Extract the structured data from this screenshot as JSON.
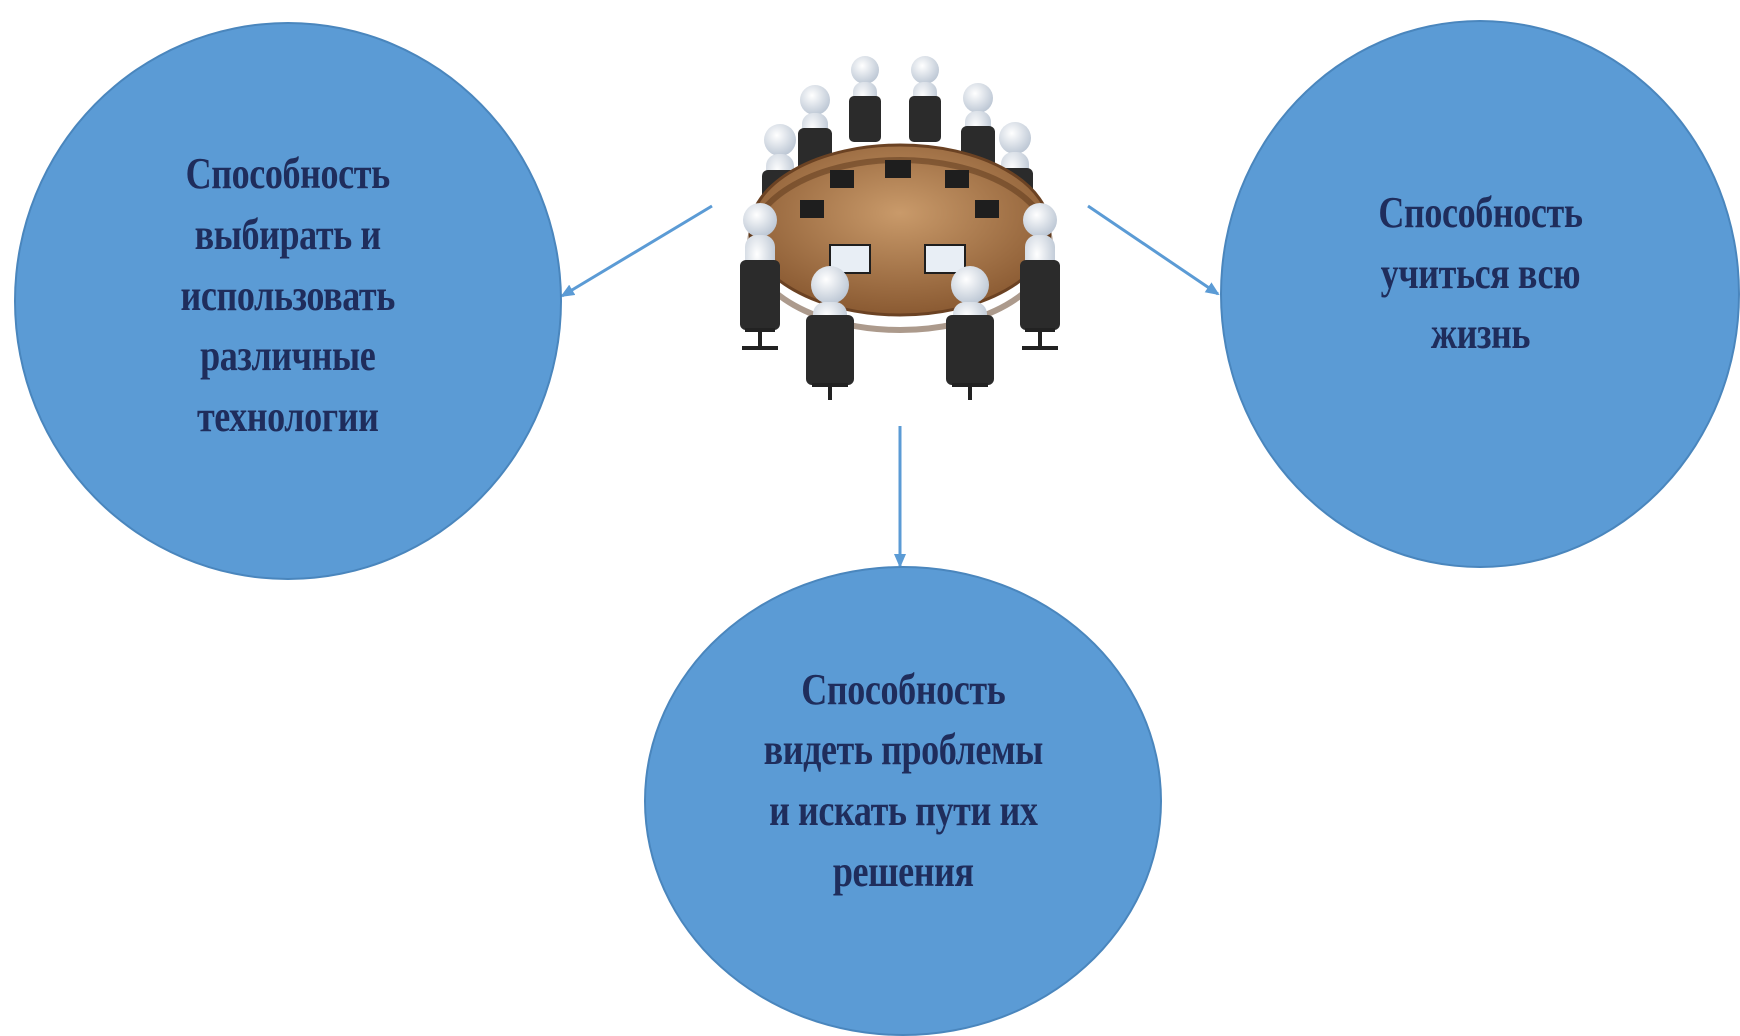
{
  "nodes": {
    "left": {
      "lines": [
        "Способность",
        "выбирать и",
        "использовать",
        "различные",
        "технологии"
      ]
    },
    "right": {
      "lines": [
        "Способность",
        "учиться всю",
        "жизнь"
      ]
    },
    "bottom": {
      "lines": [
        "Способность",
        "видеть проблемы",
        "и искать пути их",
        "решения"
      ]
    }
  },
  "center_image": "meeting-round-table-icon",
  "colors": {
    "circle_fill": "#5b9bd5",
    "circle_border": "#4a86bd",
    "text": "#1f2d5c",
    "arrow": "#5b9bd5"
  }
}
